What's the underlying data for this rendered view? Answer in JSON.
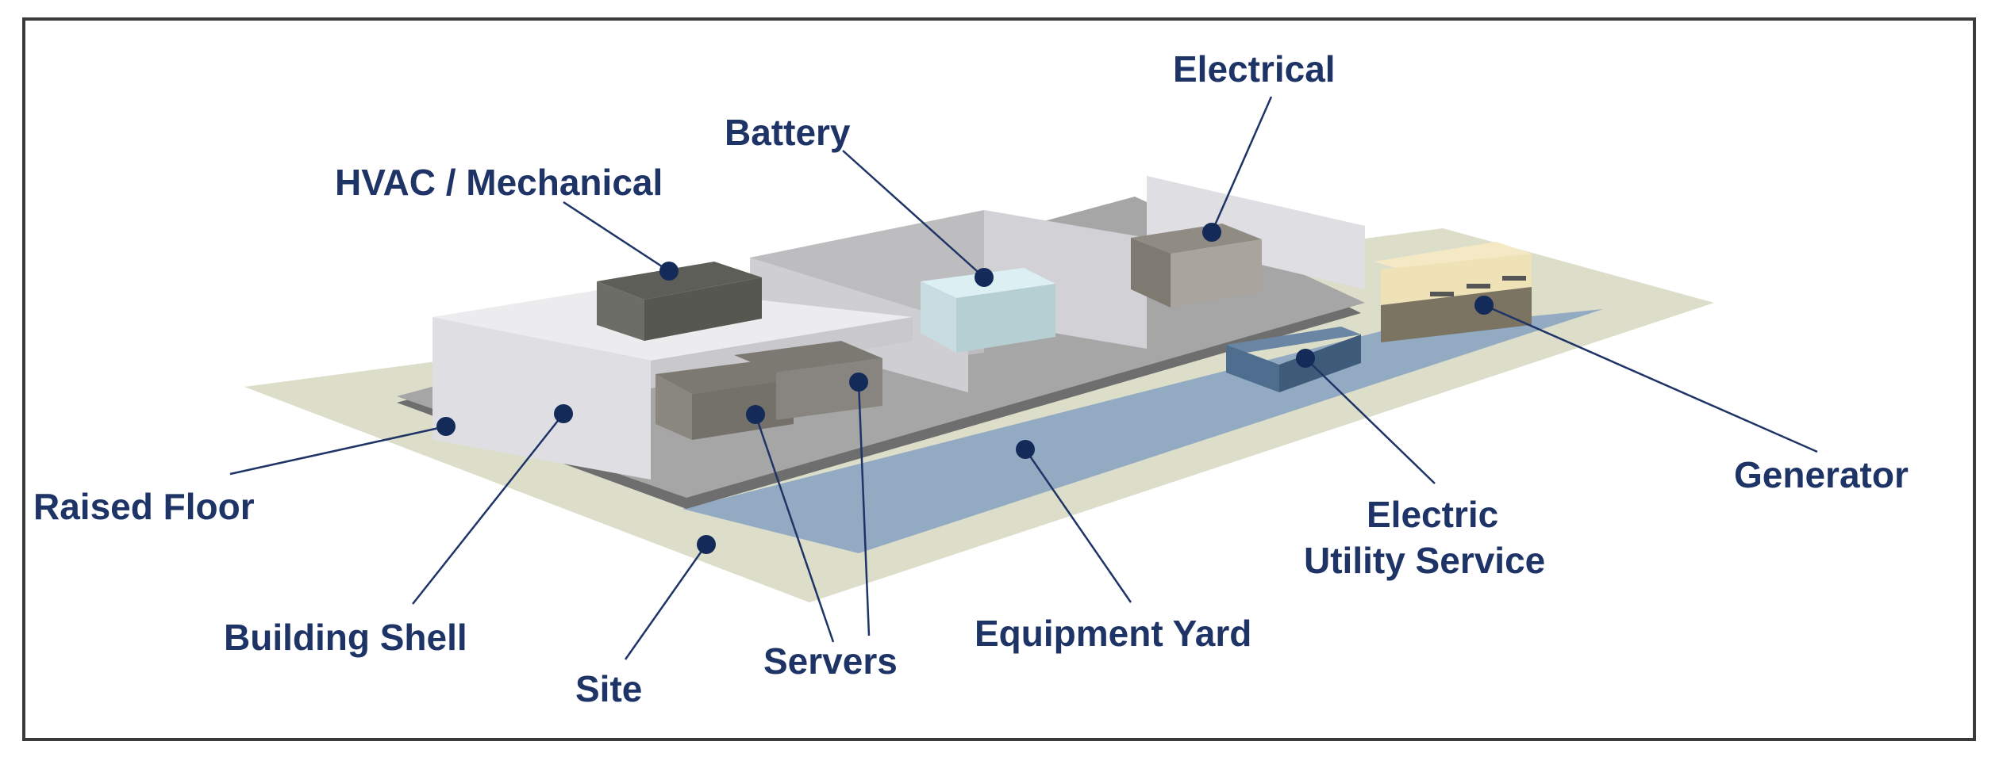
{
  "diagram": {
    "colors": {
      "label_text": "#1f3466",
      "site_ground": "#dcdec9",
      "equipment_yard": "#93aac3",
      "building_floor": "#a6a6a6",
      "raised_floor_edge": "#6e6e6e",
      "walls_light": "#dedee3",
      "hvac_unit": "#6d6d68",
      "server_rack": "#8a8781",
      "battery": "#cfe6ea",
      "utility_service": "#4e6d8f",
      "generator_top": "#efe2b6",
      "generator_base": "#7b7463",
      "dot": "#142a58",
      "frame_border": "#3a3a3a"
    },
    "labels": {
      "electrical": "Electrical",
      "battery": "Battery",
      "hvac": "HVAC / Mechanical",
      "raised_floor": "Raised Floor",
      "generator": "Generator",
      "electric_utility_line1": "Electric",
      "electric_utility_line2": "Utility Service",
      "building_shell": "Building Shell",
      "site": "Site",
      "servers": "Servers",
      "equipment_yard": "Equipment Yard"
    }
  }
}
